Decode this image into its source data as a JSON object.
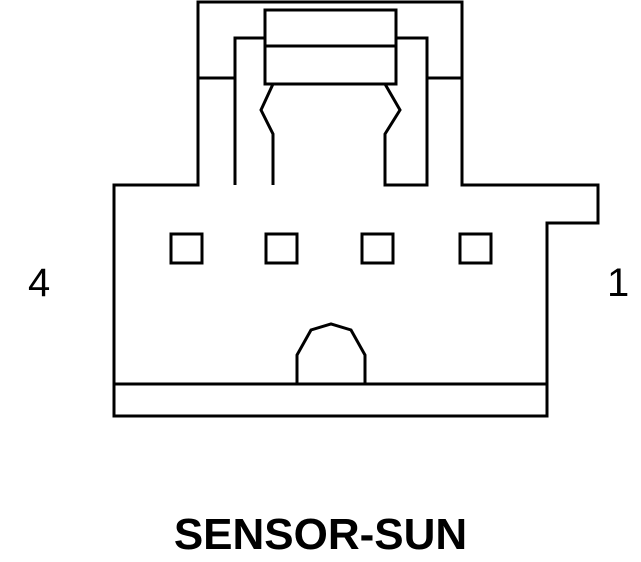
{
  "connector": {
    "pin_left_label": "4",
    "pin_right_label": "1",
    "pin_count": 4
  },
  "caption": {
    "title": "SENSOR-SUN"
  },
  "colors": {
    "line": "#000000",
    "background": "#ffffff"
  }
}
